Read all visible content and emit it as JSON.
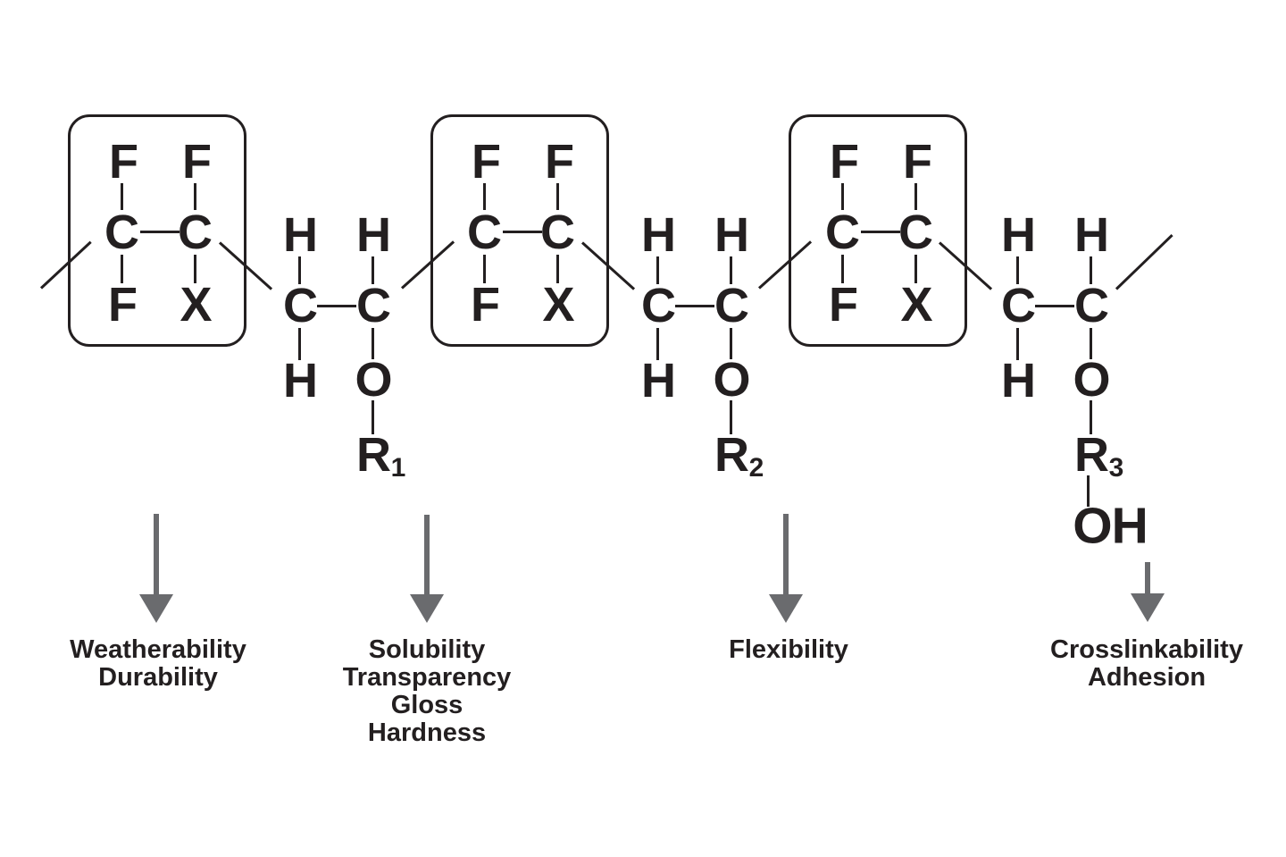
{
  "diagram": {
    "kind": "polymer-structure",
    "background": "#ffffff",
    "ink_color": "#231f20",
    "arrow_color": "#6a6b6e"
  },
  "fluoro_unit": {
    "top_left": "F",
    "top_right": "F",
    "mid_left": "C",
    "mid_right": "C",
    "bottom_left": "F",
    "bottom_right": "X"
  },
  "ether_units": [
    {
      "top_left": "H",
      "top_right": "H",
      "mid_left": "C",
      "mid_right": "C",
      "bottom_left": "H",
      "bottom_right": "O",
      "r_label": "R",
      "r_sub": "1"
    },
    {
      "top_left": "H",
      "top_right": "H",
      "mid_left": "C",
      "mid_right": "C",
      "bottom_left": "H",
      "bottom_right": "O",
      "r_label": "R",
      "r_sub": "2"
    },
    {
      "top_left": "H",
      "top_right": "H",
      "mid_left": "C",
      "mid_right": "C",
      "bottom_left": "H",
      "bottom_right": "O",
      "r_label": "R",
      "r_sub": "3",
      "terminal": "OH"
    }
  ],
  "annotations": [
    {
      "lines": [
        "Weatherability",
        "Durability"
      ]
    },
    {
      "lines": [
        "Solubility",
        "Transparency",
        "Gloss",
        "Hardness"
      ]
    },
    {
      "lines": [
        "Flexibility"
      ]
    },
    {
      "lines": [
        "Crosslinkability",
        "Adhesion"
      ]
    }
  ]
}
